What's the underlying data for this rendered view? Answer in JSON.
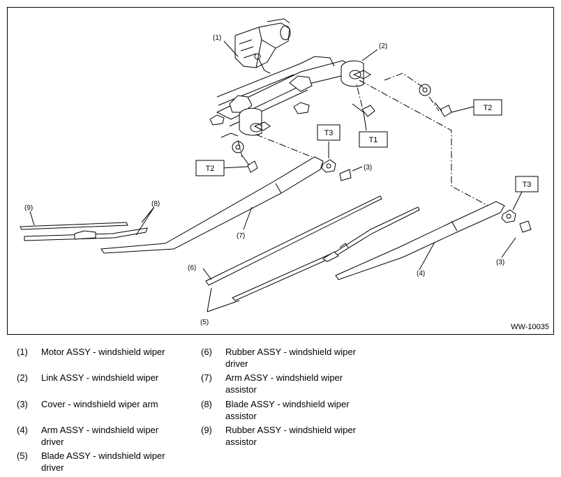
{
  "figure_id": "WW-10035",
  "callouts": {
    "c1": "(1)",
    "c2": "(2)",
    "c3a": "(3)",
    "c3b": "(3)",
    "c4": "(4)",
    "c5": "(5)",
    "c6": "(6)",
    "c7": "(7)",
    "c8": "(8)",
    "c9": "(9)"
  },
  "torque": {
    "t1": "T1",
    "t2a": "T2",
    "t2b": "T2",
    "t3a": "T3",
    "t3b": "T3"
  },
  "legend": [
    {
      "num": "(1)",
      "text": "Motor ASSY - windshield wiper"
    },
    {
      "num": "(2)",
      "text": "Link ASSY - windshield wiper"
    },
    {
      "num": "(3)",
      "text": "Cover - windshield wiper arm"
    },
    {
      "num": "(4)",
      "text": "Arm ASSY - windshield wiper driver"
    },
    {
      "num": "(5)",
      "text": "Blade ASSY - windshield wiper driver"
    },
    {
      "num": "(6)",
      "text": "Rubber ASSY - windshield wiper driver"
    },
    {
      "num": "(7)",
      "text": "Arm ASSY - windshield wiper assistor"
    },
    {
      "num": "(8)",
      "text": "Blade ASSY - windshield wiper assistor"
    },
    {
      "num": "(9)",
      "text": "Rubber ASSY - windshield wiper assistor"
    }
  ]
}
